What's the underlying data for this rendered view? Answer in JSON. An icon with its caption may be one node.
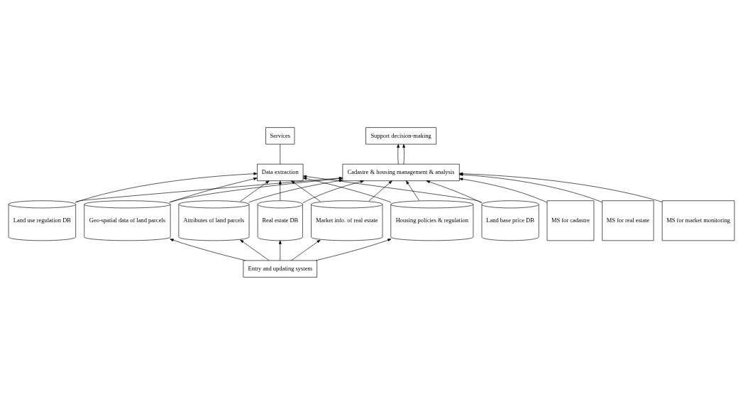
{
  "diagram": {
    "nodes": [
      {
        "text": [
          "Services"
        ]
      },
      {
        "text": [
          "Data extraction"
        ]
      },
      {
        "text": [
          "Support decision-making"
        ]
      },
      {
        "text": [
          "Cadastre & housing management & analysis"
        ]
      },
      {
        "text": [
          "Land base price DB"
        ]
      },
      {
        "text": [
          "Land use regulation DB"
        ]
      },
      {
        "text": [
          "Geo-spatial data of land parcels"
        ]
      },
      {
        "text": [
          "Attributes of land parcels"
        ]
      },
      {
        "text": [
          "Real estate DB"
        ]
      },
      {
        "text": [
          "Market info. of real estate"
        ]
      },
      {
        "text": [
          "Housing policies & regulation"
        ]
      },
      {
        "text": [
          "MS for cadastre"
        ]
      },
      {
        "text": [
          "MS for real estate"
        ]
      },
      {
        "text": [
          "MS for market monitoring"
        ]
      },
      {
        "text": [
          "Entry and updating system"
        ]
      }
    ],
    "edges": [
      {
        "from": 1,
        "to": 0,
        "arrow": "none"
      },
      {
        "from": 4,
        "to": 1,
        "arrow": "to"
      },
      {
        "from": 5,
        "to": 1,
        "arrow": "to"
      },
      {
        "from": 6,
        "to": 1,
        "arrow": "to"
      },
      {
        "from": 7,
        "to": 1,
        "arrow": "to"
      },
      {
        "from": 8,
        "to": 1,
        "arrow": "to"
      },
      {
        "from": 9,
        "to": 1,
        "arrow": "to"
      },
      {
        "from": 10,
        "to": 1,
        "arrow": "to"
      },
      {
        "from": 4,
        "to": 3,
        "arrow": "to"
      },
      {
        "from": 5,
        "to": 3,
        "arrow": "to"
      },
      {
        "from": 6,
        "to": 3,
        "arrow": "to"
      },
      {
        "from": 7,
        "to": 3,
        "arrow": "to"
      },
      {
        "from": 8,
        "to": 3,
        "arrow": "to"
      },
      {
        "from": 9,
        "to": 3,
        "arrow": "to"
      },
      {
        "from": 10,
        "to": 3,
        "arrow": "to"
      },
      {
        "from": 3,
        "to": 2,
        "arrow": "to"
      },
      {
        "from": 3,
        "to": 2,
        "arrow": "to"
      },
      {
        "from": 11,
        "to": 3,
        "arrow": "to"
      },
      {
        "from": 12,
        "to": 3,
        "arrow": "to"
      },
      {
        "from": 13,
        "to": 3,
        "arrow": "to"
      },
      {
        "from": 14,
        "to": 6,
        "arrow": "to"
      },
      {
        "from": 14,
        "to": 7,
        "arrow": "to"
      },
      {
        "from": 14,
        "to": 8,
        "arrow": "to"
      },
      {
        "from": 14,
        "to": 9,
        "arrow": "to"
      },
      {
        "from": 14,
        "to": 10,
        "arrow": "to"
      }
    ]
  }
}
